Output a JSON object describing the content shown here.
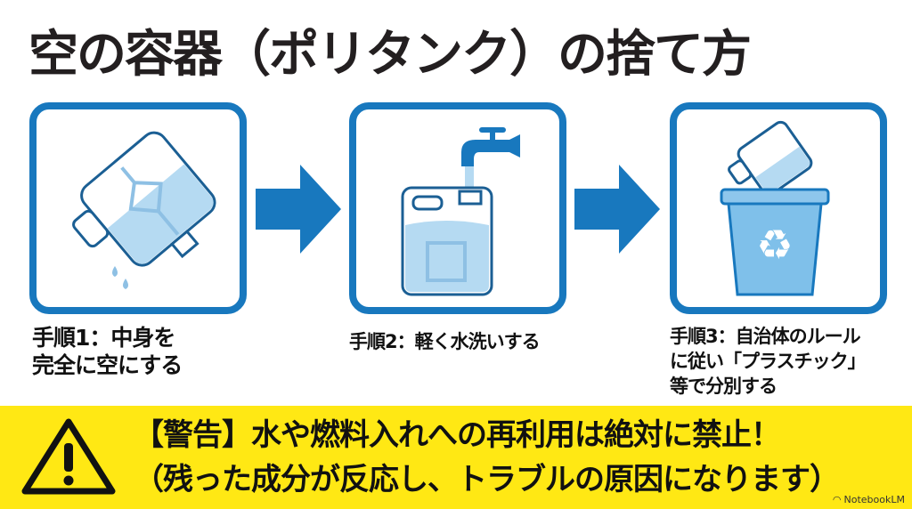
{
  "title": "空の容器（ポリタンク）の捨て方",
  "steps": [
    {
      "label_line1": "手順1：中身を",
      "label_line2": "完全に空にする",
      "icon": "pouring-jerrycan-icon"
    },
    {
      "label_line1": "手順2：軽く水洗いする",
      "icon": "faucet-rinse-jerrycan-icon"
    },
    {
      "label_line1": "手順3：自治体のルール",
      "label_line2": "に従い「プラスチック」",
      "label_line3": "等で分別する",
      "icon": "recycle-bin-icon"
    }
  ],
  "warning": {
    "line1": "【警告】水や燃料入れへの再利用は絶対に禁止！",
    "line2": "（残った成分が反応し、トラブルの原因になります）",
    "icon": "warning-triangle-icon"
  },
  "brand": "NotebookLM",
  "colors": {
    "accent_blue": "#1878be",
    "light_blue": "#a9d3ef",
    "warning_yellow": "#ffe814",
    "text": "#231f20"
  }
}
